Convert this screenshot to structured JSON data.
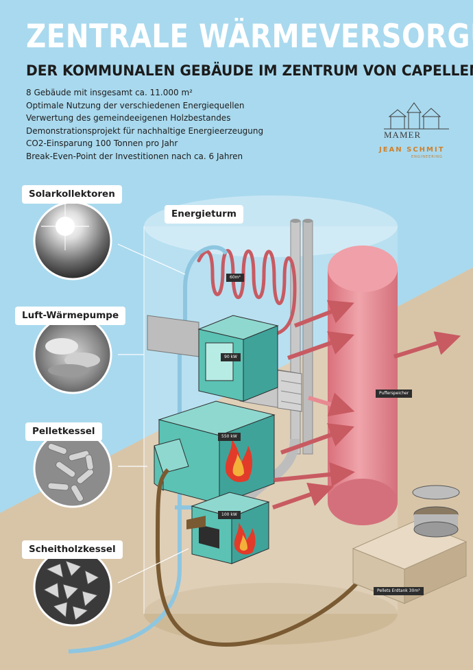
{
  "title": "ZENTRALE WÄRMEVERSORGUNG",
  "subtitle": "DER KOMMUNALEN GEBÄUDE IM ZENTRUM VON CAPELLEN",
  "facts": [
    "8 Gebäude mit insgesamt ca. 11.000 m²",
    "Optimale Nutzung der verschiedenen Energiequellen",
    "Verwertung des gemeindeeigenen Holzbestandes",
    "Demonstrationsprojekt für nachhaltige Energieerzeugung",
    "CO2-Einsparung 100 Tonnen pro Jahr",
    "Break-Even-Point der Investitionen nach ca. 6 Jahren"
  ],
  "logo": {
    "municipality": "MAMER",
    "company": "JEAN SCHMIT",
    "company_sub": "ENGINEERING"
  },
  "sources": [
    {
      "label": "Solarkollektoren"
    },
    {
      "label": "Luft-Wärmepumpe"
    },
    {
      "label": "Pelletkessel"
    },
    {
      "label": "Scheitholzkessel"
    }
  ],
  "energy_tower_label": "Energieturm",
  "tags": {
    "solar": "60m²",
    "heatpump": "90 kW",
    "pellet_boiler": "550 kW",
    "wood_boiler": "100 kW",
    "buffer": "Pufferspeicher",
    "pellet_tank": "Pellets Erdtank 30m³"
  },
  "colors": {
    "sky": "#a9d9ee",
    "ground": "#d8c5a8",
    "buffer_tank": "#e58a92",
    "arrow": "#c85a62",
    "pipe_blue": "#8ec6e0",
    "pipe_brown": "#7a5a32",
    "boiler_teal": "#5bc2b4",
    "logo_orange": "#d0802a"
  },
  "icons": [
    "flame-icon",
    "sun-photo",
    "clouds-photo",
    "pellets-photo",
    "firewood-photo",
    "arrow-right-icon"
  ]
}
